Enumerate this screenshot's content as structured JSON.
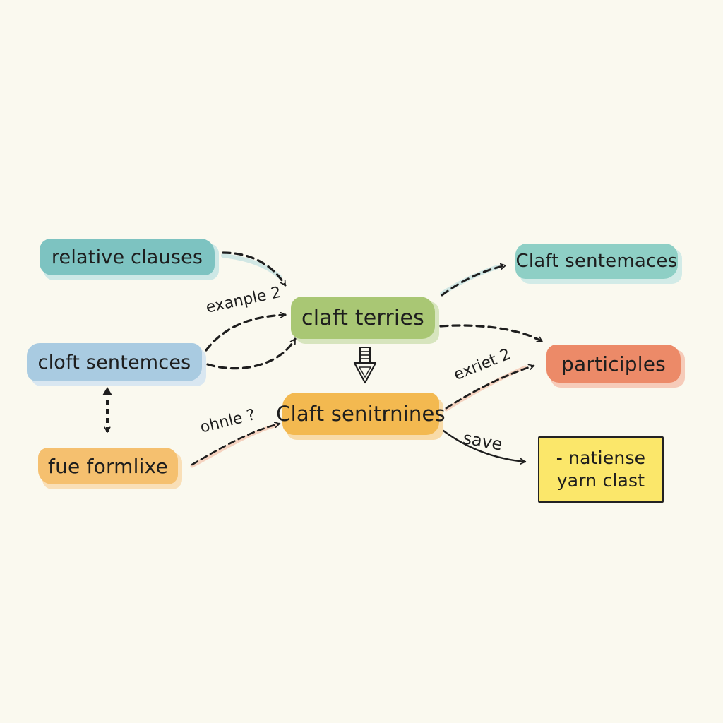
{
  "nodes": {
    "relative_clauses": "relative clauses",
    "cloft_sentemces": "cloft sentemces",
    "fue_formlixe": "fue formlixe",
    "claft_terries": "claft terries",
    "claft_senitrnines": "Claft senitrnines",
    "claft_sentemaces": "Claft sentemaces",
    "participles": "participles",
    "note_line1": "- natiense",
    "note_line2": "yarn clast"
  },
  "edge_labels": {
    "example2": "exanple 2",
    "ohnle": "ohnle ?",
    "exriet2": "exriet 2",
    "save": "save"
  },
  "colors": {
    "relative_clauses": "#7dc3c1",
    "cloft_sentemces": "#a9cbe1",
    "fue_formlixe": "#f5c06f",
    "claft_terries": "#a9c774",
    "claft_senitrnines": "#f3b950",
    "claft_sentemaces": "#8ecfc5",
    "participles": "#ec8a68",
    "note": "#fbe76a",
    "ink": "#1e1e1e"
  }
}
